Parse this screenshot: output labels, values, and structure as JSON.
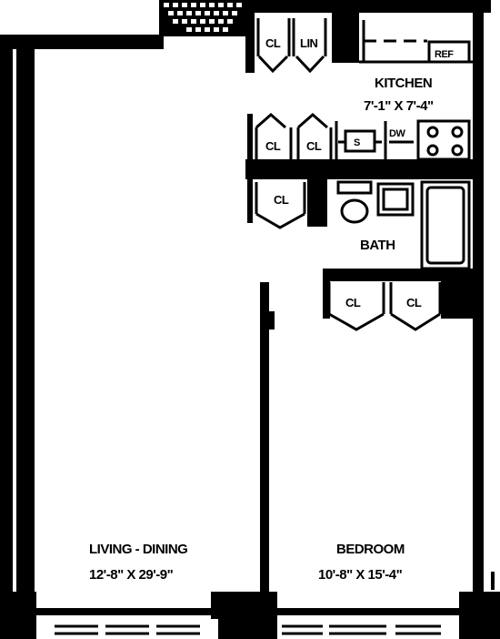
{
  "rooms": {
    "living": {
      "name": "LIVING - DINING",
      "dims": "12'-8\" X 29'-9\""
    },
    "bedroom": {
      "name": "BEDROOM",
      "dims": "10'-8\" X 15'-4\""
    },
    "kitchen": {
      "name": "KITCHEN",
      "dims": "7'-1\" X 7'-4\""
    },
    "bath": {
      "name": "BATH"
    }
  },
  "fixtures": {
    "ref": "REF",
    "dw": "DW",
    "sink": "S",
    "closet": "CL",
    "linen": "LIN"
  },
  "colors": {
    "wall": "#000000",
    "background": "#ffffff"
  }
}
